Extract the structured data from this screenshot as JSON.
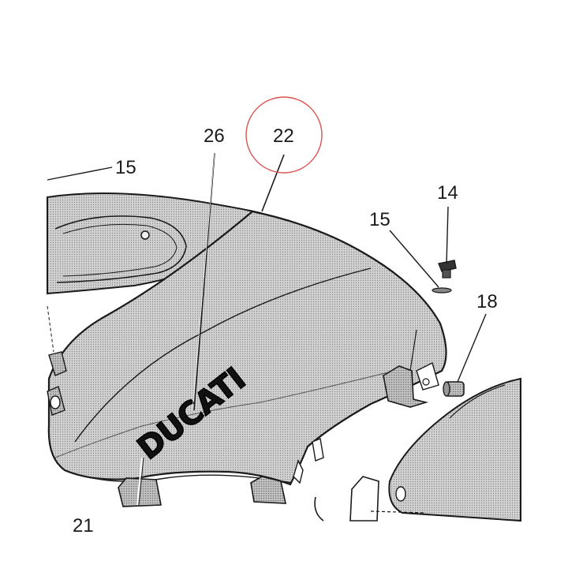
{
  "callouts": {
    "c26": "26",
    "c22": "22",
    "c15_left": "15",
    "c15_right": "15",
    "c14": "14",
    "c18": "18",
    "c21_partial": "21"
  },
  "brand_logo": "DUCATI",
  "colors": {
    "panel_fill": "#cdcdcd",
    "line": "#1a1a1a",
    "highlight_circle": "#d9534f"
  }
}
